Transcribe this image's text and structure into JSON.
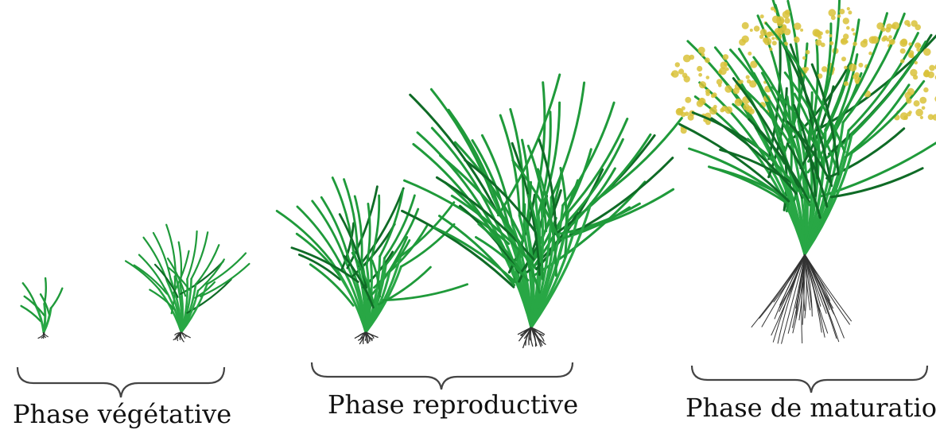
{
  "colors": {
    "leaf": "#1f9a3a",
    "leaf_dark": "#0f6b26",
    "stem": "#28a745",
    "grain": "#d9c23a",
    "root": "#333333",
    "bracket": "#444444"
  },
  "phases": [
    {
      "label": "Phase végétative",
      "stages": [
        "seedling",
        "tillering"
      ]
    },
    {
      "label": "Phase reproductive",
      "stages": [
        "booting",
        "heading"
      ]
    },
    {
      "label": "Phase de maturation",
      "stages": [
        "ripening"
      ]
    }
  ]
}
